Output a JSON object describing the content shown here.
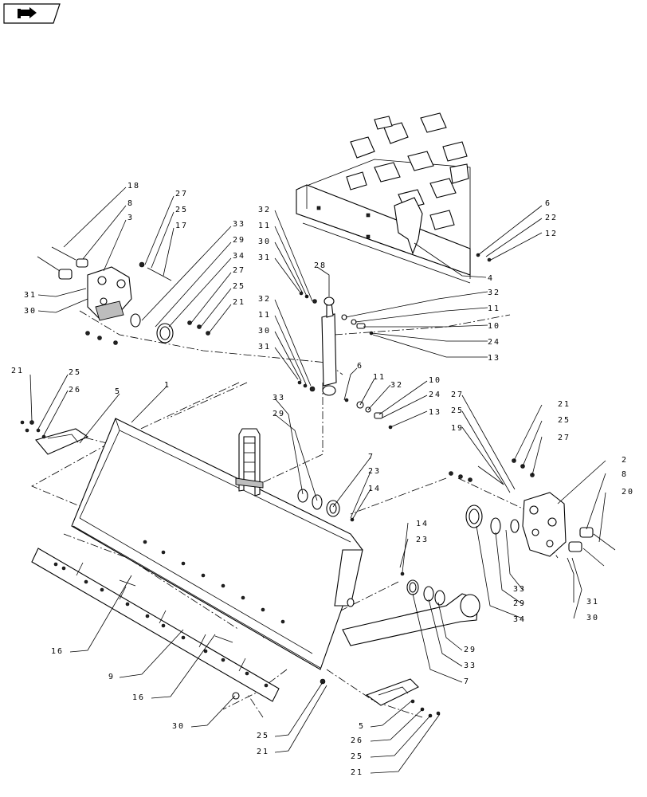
{
  "navigation": {
    "icon": "back-arrow-icon"
  },
  "callouts": [
    {
      "id": "c18",
      "text": "18"
    },
    {
      "id": "c8a",
      "text": "8"
    },
    {
      "id": "c3",
      "text": "3"
    },
    {
      "id": "c27a",
      "text": "27"
    },
    {
      "id": "c25a",
      "text": "25"
    },
    {
      "id": "c17",
      "text": "17"
    },
    {
      "id": "c33a",
      "text": "33"
    },
    {
      "id": "c29a",
      "text": "29"
    },
    {
      "id": "c34a",
      "text": "34"
    },
    {
      "id": "c27b",
      "text": "27"
    },
    {
      "id": "c25b",
      "text": "25"
    },
    {
      "id": "c21a",
      "text": "21"
    },
    {
      "id": "c31a",
      "text": "31"
    },
    {
      "id": "c30a",
      "text": "30"
    },
    {
      "id": "c32a",
      "text": "32"
    },
    {
      "id": "c11a",
      "text": "11"
    },
    {
      "id": "c30b",
      "text": "30"
    },
    {
      "id": "c31b",
      "text": "31"
    },
    {
      "id": "c28",
      "text": "28"
    },
    {
      "id": "c32b",
      "text": "32"
    },
    {
      "id": "c11b",
      "text": "11"
    },
    {
      "id": "c30c",
      "text": "30"
    },
    {
      "id": "c31c",
      "text": "31"
    },
    {
      "id": "c6a",
      "text": "6"
    },
    {
      "id": "c22",
      "text": "22"
    },
    {
      "id": "c12",
      "text": "12"
    },
    {
      "id": "c4",
      "text": "4"
    },
    {
      "id": "c32c",
      "text": "32"
    },
    {
      "id": "c11c",
      "text": "11"
    },
    {
      "id": "c10a",
      "text": "10"
    },
    {
      "id": "c24a",
      "text": "24"
    },
    {
      "id": "c13a",
      "text": "13"
    },
    {
      "id": "c6b",
      "text": "6"
    },
    {
      "id": "c11d",
      "text": "11"
    },
    {
      "id": "c32d",
      "text": "32"
    },
    {
      "id": "c10b",
      "text": "10"
    },
    {
      "id": "c24b",
      "text": "24"
    },
    {
      "id": "c13b",
      "text": "13"
    },
    {
      "id": "c21b",
      "text": "21"
    },
    {
      "id": "c25c",
      "text": "25"
    },
    {
      "id": "c26a",
      "text": "26"
    },
    {
      "id": "c5a",
      "text": "5"
    },
    {
      "id": "c1",
      "text": "1"
    },
    {
      "id": "c33b",
      "text": "33"
    },
    {
      "id": "c29b",
      "text": "29"
    },
    {
      "id": "c7a",
      "text": "7"
    },
    {
      "id": "c23a",
      "text": "23"
    },
    {
      "id": "c14a",
      "text": "14"
    },
    {
      "id": "c27c",
      "text": "27"
    },
    {
      "id": "c25d",
      "text": "25"
    },
    {
      "id": "c19",
      "text": "19"
    },
    {
      "id": "c21c",
      "text": "21"
    },
    {
      "id": "c25e",
      "text": "25"
    },
    {
      "id": "c27d",
      "text": "27"
    },
    {
      "id": "c2",
      "text": "2"
    },
    {
      "id": "c8b",
      "text": "8"
    },
    {
      "id": "c20",
      "text": "20"
    },
    {
      "id": "c33c",
      "text": "33"
    },
    {
      "id": "c29c",
      "text": "29"
    },
    {
      "id": "c34b",
      "text": "34"
    },
    {
      "id": "c31d",
      "text": "31"
    },
    {
      "id": "c30d",
      "text": "30"
    },
    {
      "id": "c14b",
      "text": "14"
    },
    {
      "id": "c23b",
      "text": "23"
    },
    {
      "id": "c29d",
      "text": "29"
    },
    {
      "id": "c33d",
      "text": "33"
    },
    {
      "id": "c7b",
      "text": "7"
    },
    {
      "id": "c16a",
      "text": "16"
    },
    {
      "id": "c9",
      "text": "9"
    },
    {
      "id": "c16b",
      "text": "16"
    },
    {
      "id": "c30e",
      "text": "30"
    },
    {
      "id": "c25f",
      "text": "25"
    },
    {
      "id": "c21d",
      "text": "21"
    },
    {
      "id": "c5b",
      "text": "5"
    },
    {
      "id": "c26b",
      "text": "26"
    },
    {
      "id": "c25g",
      "text": "25"
    },
    {
      "id": "c21e",
      "text": "21"
    }
  ]
}
